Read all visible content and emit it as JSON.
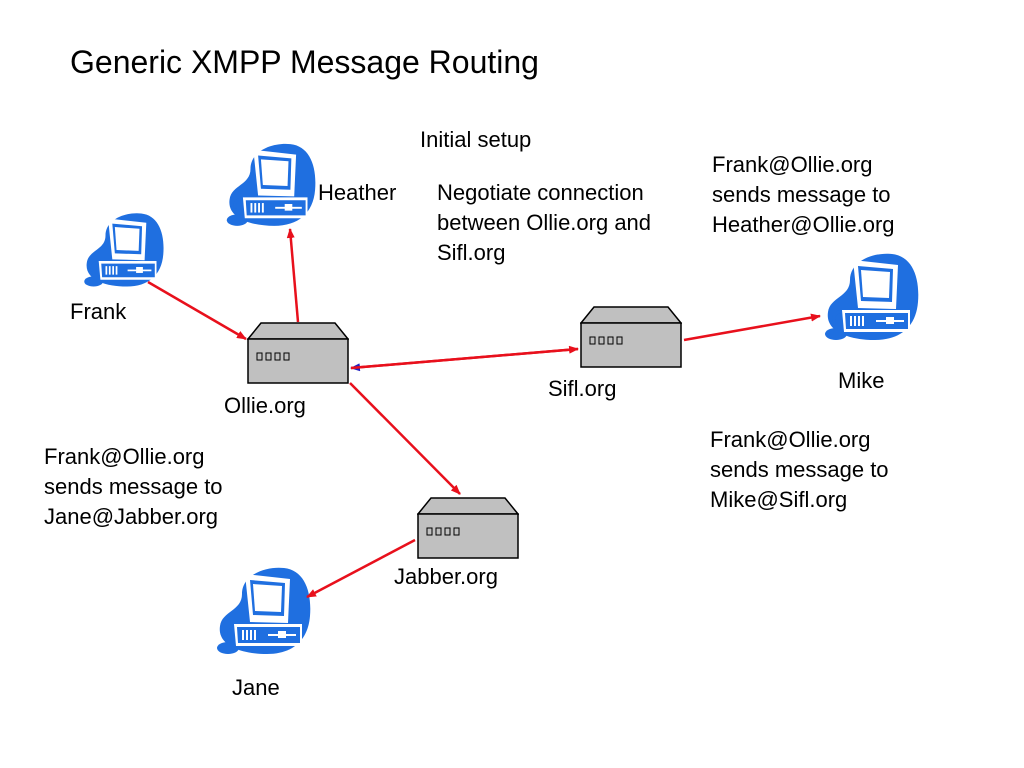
{
  "title": "Generic XMPP Message Routing",
  "step_label": "Initial setup",
  "overlapping_notes": [
    "Negotiate connection\nbetween Ollie.org and\nSifl.org",
    "Frank@Ollie.org\nsends message to\nHeather@Ollie.org"
  ],
  "notes": {
    "left": "Frank@Ollie.org\nsends message to\nJane@Jabber.org",
    "right": "Frank@Ollie.org\nsends message to\nMike@Sifl.org"
  },
  "clients": {
    "heather": "Heather",
    "frank": "Frank",
    "mike": "Mike",
    "jane": "Jane"
  },
  "servers": {
    "ollie": "Ollie.org",
    "sifl": "Sifl.org",
    "jabber": "Jabber.org"
  },
  "colors": {
    "arrow": "#e8101c",
    "computer": "#1f6fe0",
    "server": "#c0c0c0",
    "arrowhead_alt": "#2020c0"
  }
}
